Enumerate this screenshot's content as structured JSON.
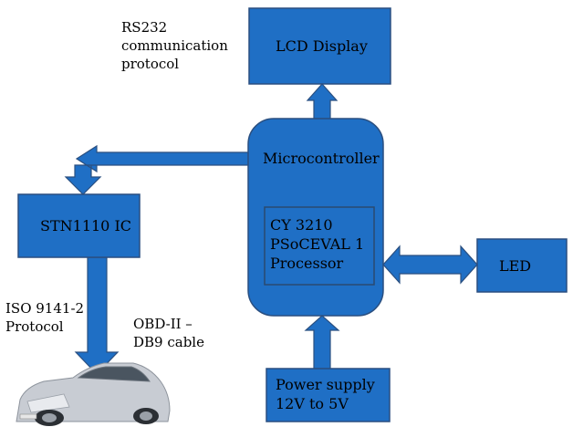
{
  "labels": {
    "rs232": "RS232\ncommunication\nprotocol",
    "iso": "ISO 9141-2\nProtocol",
    "obd": "OBD-II –\nDB9 cable"
  },
  "blocks": {
    "lcd": "LCD Display",
    "microcontroller": "Microcontroller",
    "processor": "CY 3210\nPSoCEVAL 1\nProcessor",
    "stn": "STN1110 IC",
    "led": "LED",
    "power": "Power supply\n12V to 5V"
  },
  "colors": {
    "block_fill": "#1f6fc5",
    "block_stroke": "#2a4f80",
    "inner_stroke": "#2a4a70",
    "car_body": "#c8ccd3"
  }
}
